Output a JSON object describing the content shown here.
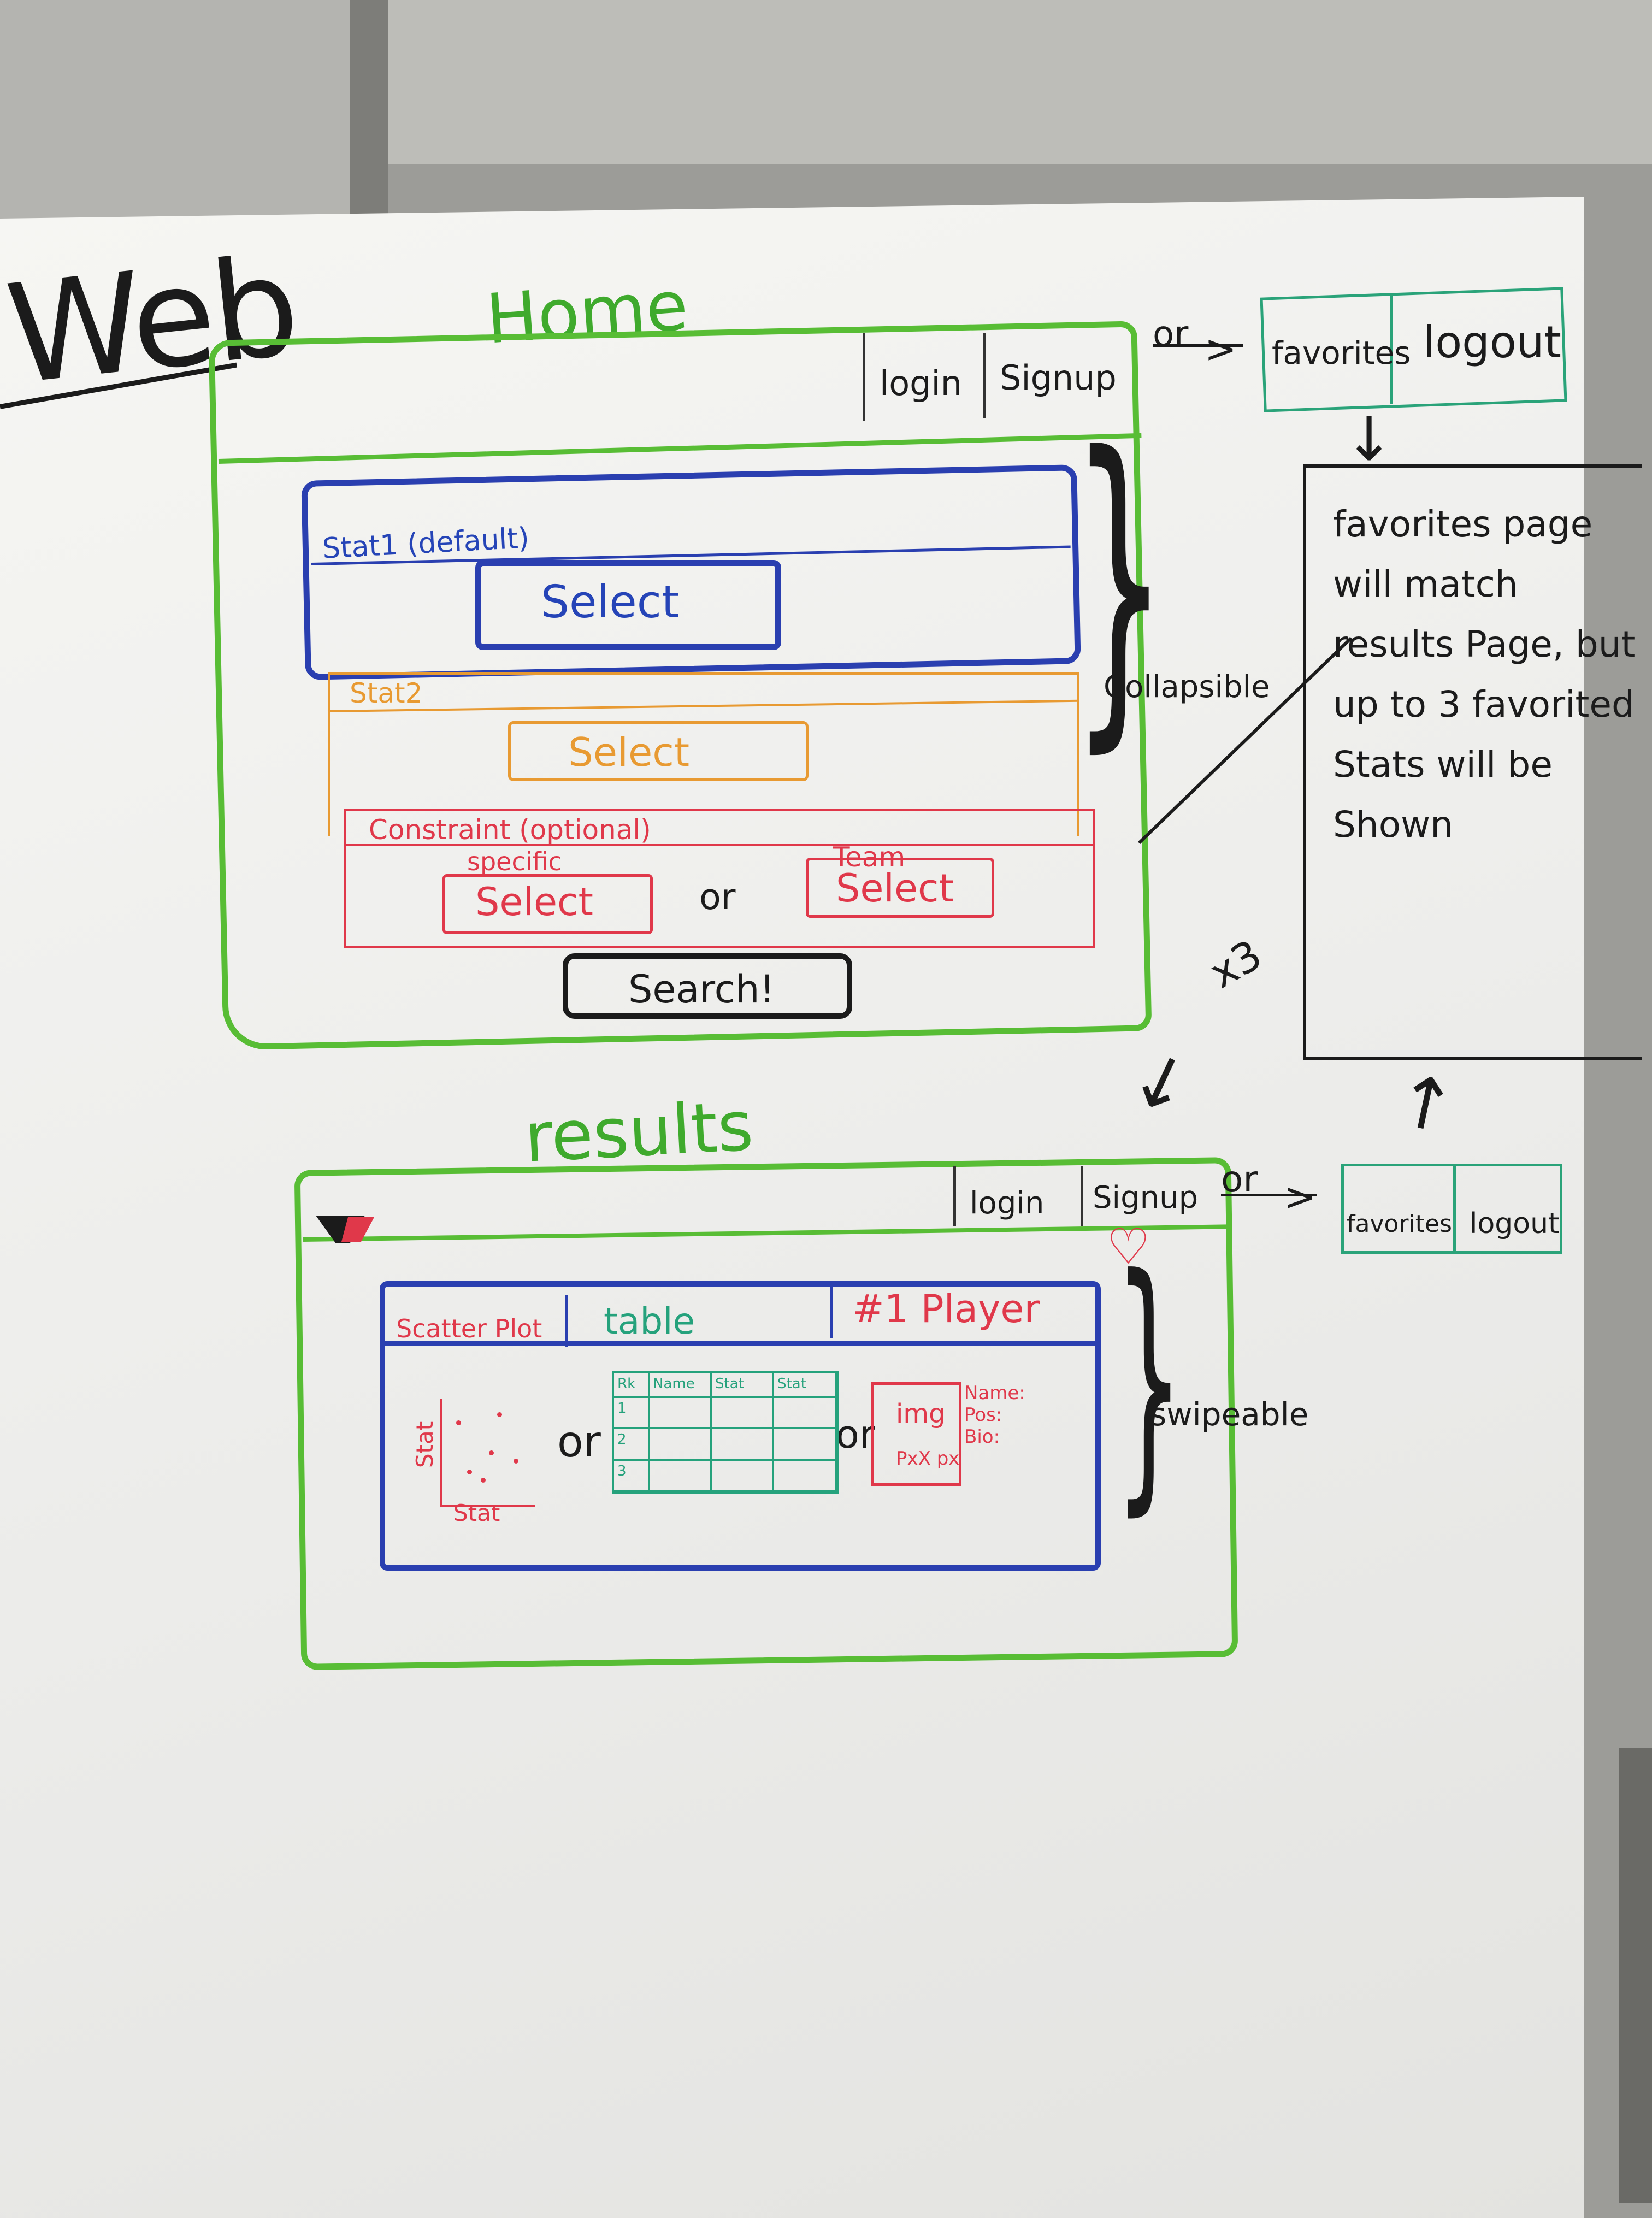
{
  "title": "Web",
  "home": {
    "label": "Home",
    "nav": {
      "login": "login",
      "signup": "Signup"
    },
    "stat1": {
      "label": "Stat1 (default)",
      "select": "Select"
    },
    "stat2": {
      "label": "Stat2",
      "select": "Select"
    },
    "constraint": {
      "label": "Constraint (optional)",
      "specific_label": "specific",
      "specific_select": "Select",
      "or": "or",
      "team_label": "Team",
      "team_select": "Select"
    },
    "search_button": "Search!",
    "collapsible_note": "Collapsible"
  },
  "auth_alt_top": {
    "or": "or",
    "favorites": "favorites",
    "logout": "logout"
  },
  "favorites_note": "favorites page will match results Page, but up to 3 favorited Stats will be Shown",
  "repeat_note": "x3",
  "results": {
    "label": "results",
    "nav": {
      "login": "login",
      "signup": "Signup"
    },
    "tabs": [
      "Scatter Plot",
      "table",
      "#1 Player"
    ],
    "scatter": {
      "ylabel": "Stat",
      "xlabel": "Stat"
    },
    "or_a": "or",
    "or_b": "or",
    "table_headers": [
      "Rk",
      "Name",
      "Stat",
      "Stat"
    ],
    "table_rows": [
      "1",
      "2",
      "3"
    ],
    "player": {
      "img": "img",
      "size": "PxX px",
      "info": "Name:\nPos:\nBio:"
    },
    "swipeable_note": "swipeable"
  },
  "auth_alt_bottom": {
    "or": "or",
    "favorites": "favorites",
    "logout": "logout"
  },
  "colors": {
    "green": "#58bd35",
    "blue": "#2a3fb0",
    "orange": "#e89a32",
    "red": "#e0384a",
    "teal": "#25a27c",
    "black": "#1b1b1b"
  }
}
